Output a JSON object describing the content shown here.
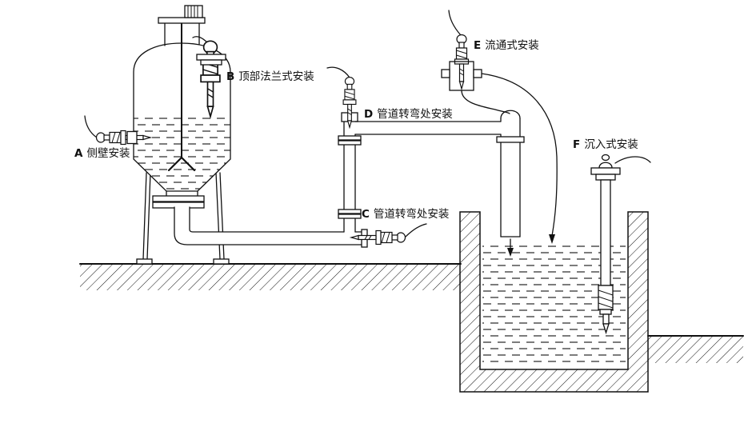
{
  "diagram": {
    "description": "sensor installation methods line drawing",
    "labels": {
      "a": {
        "letter": "A",
        "text": "侧壁安装"
      },
      "b": {
        "letter": "B",
        "text": "顶部法兰式安装"
      },
      "c": {
        "letter": "C",
        "text": "管道转弯处安装"
      },
      "d": {
        "letter": "D",
        "text": "管道转弯处安装"
      },
      "e": {
        "letter": "E",
        "text": "流通式安装"
      },
      "f": {
        "letter": "F",
        "text": "沉入式安装"
      }
    },
    "colors": {
      "line": "#111111",
      "background": "#ffffff"
    }
  }
}
